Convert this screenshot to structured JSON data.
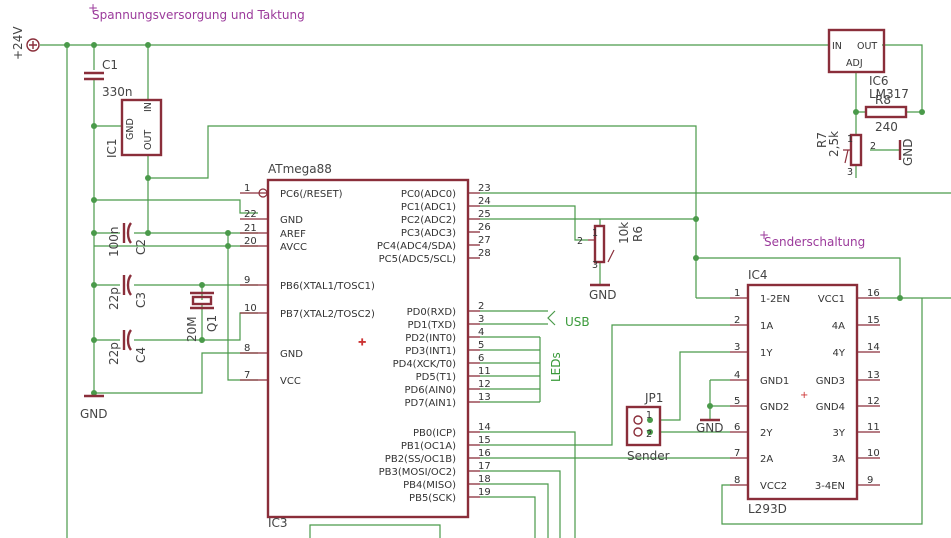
{
  "sections": {
    "power": "Spannungsversorgung und Taktung",
    "sender": "Senderschaltung"
  },
  "net_labels": {
    "vin": "+24V",
    "gnd_left": "GND",
    "gnd_pot": "GND",
    "gnd_jp": "GND",
    "gnd_r7": "GND",
    "usb": "USB",
    "leds": "LEDs"
  },
  "components": {
    "c1": {
      "name": "C1",
      "value": "330n"
    },
    "c2": {
      "name": "C2",
      "value": "100n"
    },
    "c3": {
      "name": "C3",
      "value": "22p"
    },
    "c4": {
      "name": "C4",
      "value": "22p"
    },
    "q1": {
      "name": "Q1",
      "value": "20M"
    },
    "ic1": {
      "name": "IC1",
      "pin_in": "IN",
      "pin_gnd": "GND",
      "pin_out": "OUT"
    },
    "ic6": {
      "name": "IC6",
      "value": "LM317",
      "pin_in": "IN",
      "pin_out": "OUT",
      "pin_adj": "ADJ"
    },
    "r8": {
      "name": "R8",
      "value": "240"
    },
    "r7": {
      "name": "R7",
      "value": "2,5k",
      "pin1": "1",
      "pin2": "2",
      "pin3": "3"
    },
    "r6": {
      "name": "R6",
      "value": "10k",
      "pin1": "1",
      "pin2": "2",
      "pin3": "3"
    },
    "jp1": {
      "name": "JP1",
      "label": "Sender",
      "pin1": "1",
      "pin2": "2"
    }
  },
  "mcu": {
    "title": "ATmega88",
    "ref": "IC3",
    "left_pins": [
      {
        "num": "1",
        "name": "PC6(/RESET)"
      },
      {
        "num": "22",
        "name": "GND"
      },
      {
        "num": "21",
        "name": "AREF"
      },
      {
        "num": "20",
        "name": "AVCC"
      },
      {
        "num": "9",
        "name": "PB6(XTAL1/TOSC1)"
      },
      {
        "num": "10",
        "name": "PB7(XTAL2/TOSC2)"
      },
      {
        "num": "8",
        "name": "GND"
      },
      {
        "num": "7",
        "name": "VCC"
      }
    ],
    "right_pins": [
      {
        "num": "23",
        "name": "PC0(ADC0)"
      },
      {
        "num": "24",
        "name": "PC1(ADC1)"
      },
      {
        "num": "25",
        "name": "PC2(ADC2)"
      },
      {
        "num": "26",
        "name": "PC3(ADC3)"
      },
      {
        "num": "27",
        "name": "PC4(ADC4/SDA)"
      },
      {
        "num": "28",
        "name": "PC5(ADC5/SCL)"
      },
      {
        "num": "2",
        "name": "PD0(RXD)"
      },
      {
        "num": "3",
        "name": "PD1(TXD)"
      },
      {
        "num": "4",
        "name": "PD2(INT0)"
      },
      {
        "num": "5",
        "name": "PD3(INT1)"
      },
      {
        "num": "6",
        "name": "PD4(XCK/T0)"
      },
      {
        "num": "11",
        "name": "PD5(T1)"
      },
      {
        "num": "12",
        "name": "PD6(AIN0)"
      },
      {
        "num": "13",
        "name": "PD7(AIN1)"
      },
      {
        "num": "14",
        "name": "PB0(ICP)"
      },
      {
        "num": "15",
        "name": "PB1(OC1A)"
      },
      {
        "num": "16",
        "name": "PB2(SS/OC1B)"
      },
      {
        "num": "17",
        "name": "PB3(MOSI/OC2)"
      },
      {
        "num": "18",
        "name": "PB4(MISO)"
      },
      {
        "num": "19",
        "name": "PB5(SCK)"
      }
    ]
  },
  "driver": {
    "title": "IC4",
    "ref": "L293D",
    "left_pins": [
      {
        "num": "1",
        "name": "1-2EN"
      },
      {
        "num": "2",
        "name": "1A"
      },
      {
        "num": "3",
        "name": "1Y"
      },
      {
        "num": "4",
        "name": "GND1"
      },
      {
        "num": "5",
        "name": "GND2"
      },
      {
        "num": "6",
        "name": "2Y"
      },
      {
        "num": "7",
        "name": "2A"
      },
      {
        "num": "8",
        "name": "VCC2"
      }
    ],
    "right_pins": [
      {
        "num": "16",
        "name": "VCC1"
      },
      {
        "num": "15",
        "name": "4A"
      },
      {
        "num": "14",
        "name": "4Y"
      },
      {
        "num": "13",
        "name": "GND3"
      },
      {
        "num": "12",
        "name": "GND4"
      },
      {
        "num": "11",
        "name": "3Y"
      },
      {
        "num": "10",
        "name": "3A"
      },
      {
        "num": "9",
        "name": "3-4EN"
      }
    ]
  }
}
